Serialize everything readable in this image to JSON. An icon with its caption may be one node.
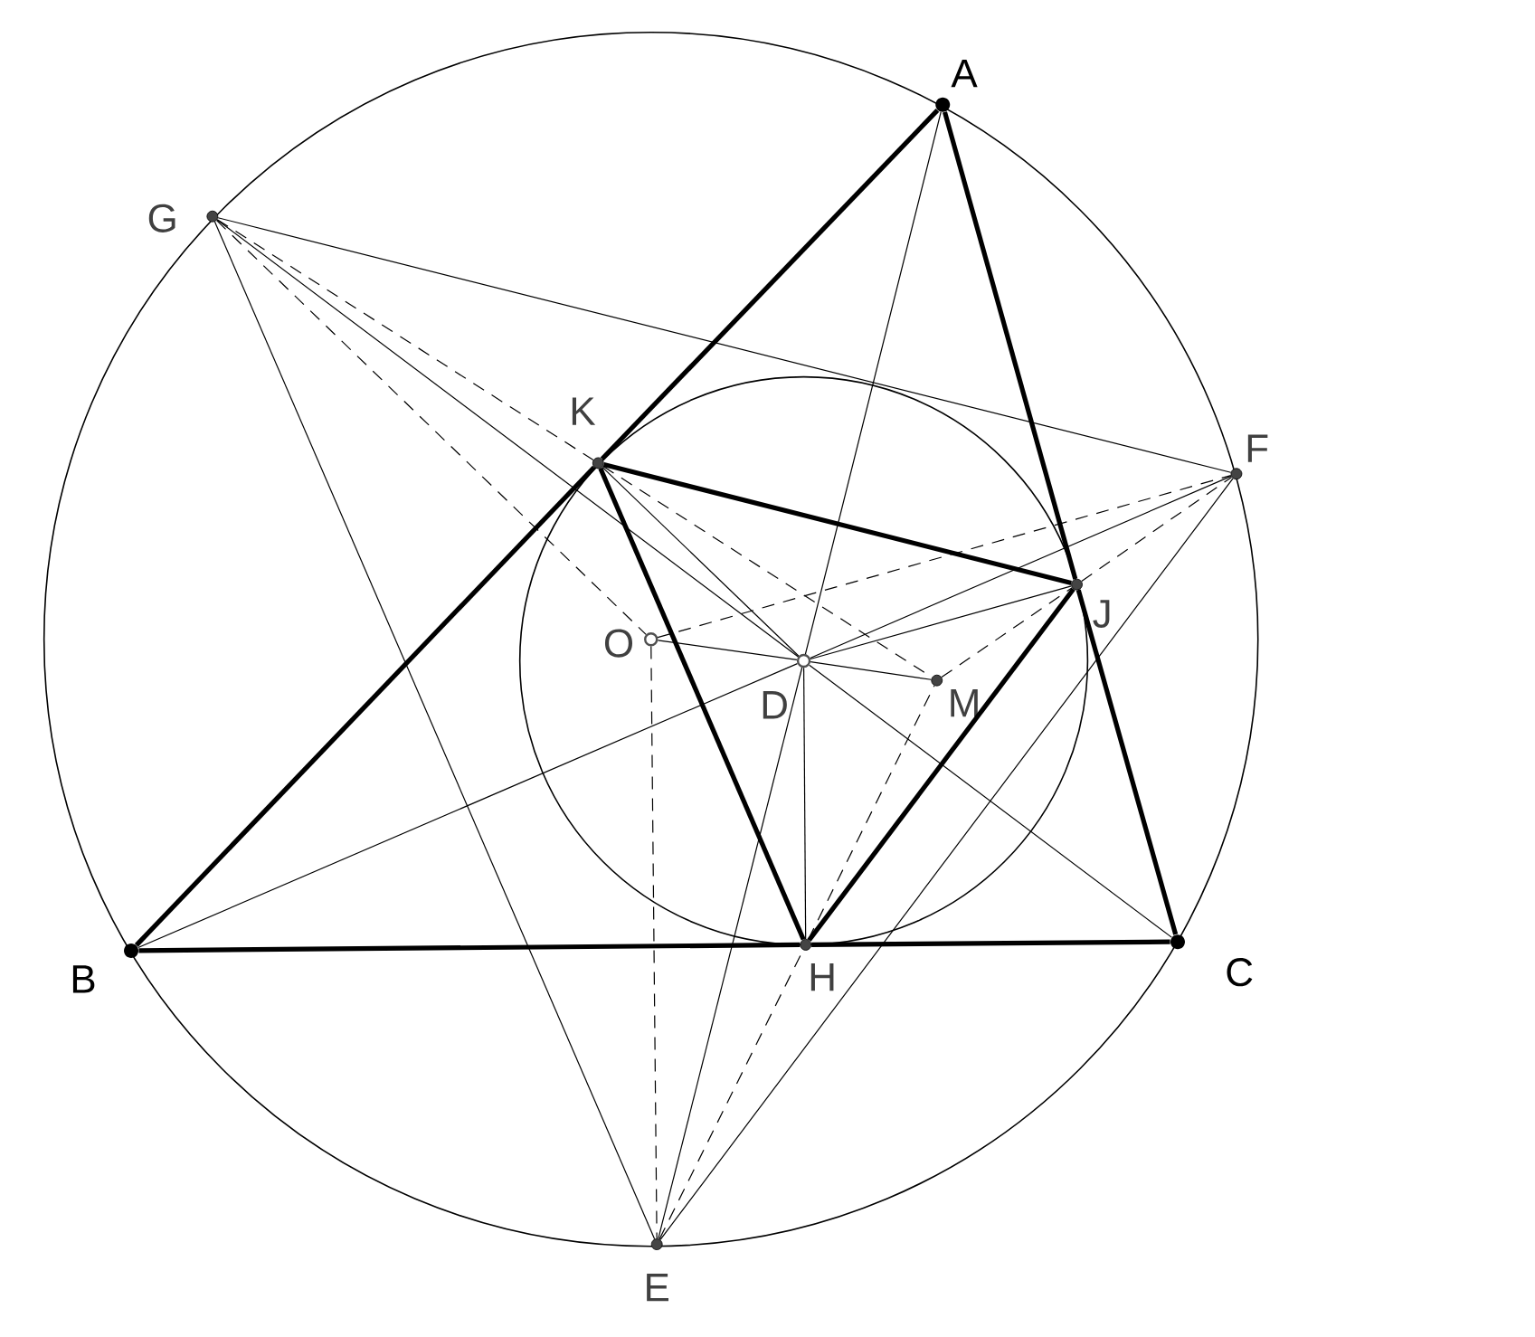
{
  "diagram": {
    "nodes": [
      {
        "text": [
          "A"
        ]
      },
      {
        "text": [
          "G"
        ]
      },
      {
        "text": [
          "K"
        ]
      },
      {
        "text": [
          "F"
        ]
      },
      {
        "text": [
          "J"
        ]
      },
      {
        "text": [
          "O"
        ]
      },
      {
        "text": [
          "D"
        ]
      },
      {
        "text": [
          "M"
        ]
      },
      {
        "text": [
          "B"
        ]
      },
      {
        "text": [
          "H"
        ]
      },
      {
        "text": [
          "C"
        ]
      },
      {
        "text": [
          "E"
        ]
      }
    ],
    "edges": [
      {
        "from": 0,
        "to": 2,
        "arrow": "none",
        "style": "thick"
      },
      {
        "from": 2,
        "to": 8,
        "arrow": "none",
        "style": "thick"
      },
      {
        "from": 0,
        "to": 4,
        "arrow": "none",
        "style": "thick"
      },
      {
        "from": 4,
        "to": 10,
        "arrow": "none",
        "style": "thick"
      },
      {
        "from": 8,
        "to": 9,
        "arrow": "none",
        "style": "thick"
      },
      {
        "from": 9,
        "to": 10,
        "arrow": "none",
        "style": "thick"
      },
      {
        "from": 2,
        "to": 4,
        "arrow": "none",
        "style": "thick"
      },
      {
        "from": 2,
        "to": 9,
        "arrow": "none",
        "style": "thick"
      },
      {
        "from": 4,
        "to": 9,
        "arrow": "none",
        "style": "thick"
      },
      {
        "from": 0,
        "to": 6,
        "arrow": "none"
      },
      {
        "from": 6,
        "to": 11,
        "arrow": "none"
      },
      {
        "from": 1,
        "to": 6,
        "arrow": "none"
      },
      {
        "from": 6,
        "to": 10,
        "arrow": "none"
      },
      {
        "from": 8,
        "to": 6,
        "arrow": "none"
      },
      {
        "from": 6,
        "to": 3,
        "arrow": "none"
      },
      {
        "from": 2,
        "to": 6,
        "arrow": "none"
      },
      {
        "from": 6,
        "to": 4,
        "arrow": "none"
      },
      {
        "from": 6,
        "to": 9,
        "arrow": "none"
      },
      {
        "from": 5,
        "to": 6,
        "arrow": "none"
      },
      {
        "from": 6,
        "to": 7,
        "arrow": "none"
      },
      {
        "from": 1,
        "to": 11,
        "arrow": "none"
      },
      {
        "from": 11,
        "to": 3,
        "arrow": "none"
      },
      {
        "from": 1,
        "to": 3,
        "arrow": "none"
      },
      {
        "from": 1,
        "to": 2,
        "arrow": "none",
        "style": "dashed"
      },
      {
        "from": 2,
        "to": 7,
        "arrow": "none",
        "style": "dashed"
      },
      {
        "from": 11,
        "to": 9,
        "arrow": "none",
        "style": "dashed"
      },
      {
        "from": 9,
        "to": 7,
        "arrow": "none",
        "style": "dashed"
      },
      {
        "from": 7,
        "to": 4,
        "arrow": "none",
        "style": "dashed"
      },
      {
        "from": 4,
        "to": 3,
        "arrow": "none",
        "style": "dashed"
      },
      {
        "from": 1,
        "to": 5,
        "arrow": "none",
        "style": "dashed"
      },
      {
        "from": 5,
        "to": 3,
        "arrow": "none",
        "style": "dashed"
      },
      {
        "from": 5,
        "to": 11,
        "arrow": "none",
        "style": "dashed"
      }
    ]
  }
}
